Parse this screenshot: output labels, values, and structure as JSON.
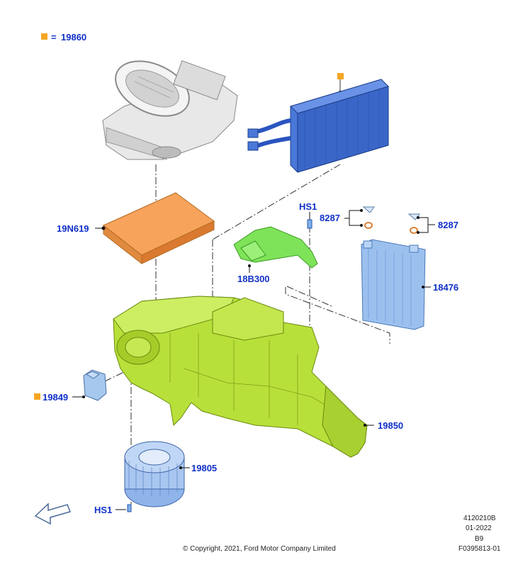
{
  "legend": {
    "marker_color": "#f5a623",
    "equals": "=",
    "part_number": "19860"
  },
  "parts": {
    "blower_case_top": {
      "label": ""
    },
    "evaporator": {
      "label": ""
    },
    "cabin_filter": {
      "label": "19N619"
    },
    "bracket": {
      "label": "18B300"
    },
    "fastener_top": {
      "label": "HS1"
    },
    "clip_left": {
      "label": "8287"
    },
    "clip_right": {
      "label": "8287"
    },
    "heater_core": {
      "label": "18476"
    },
    "resistor": {
      "label": "19849"
    },
    "housing": {
      "label": "19850"
    },
    "blower_motor": {
      "label": "19805"
    },
    "fastener_bottom": {
      "label": "HS1"
    }
  },
  "footer": {
    "copyright": "© Copyright, 2021, Ford Motor Company Limited",
    "code1": "4120210B",
    "date": "01-2022",
    "rev": "B9",
    "figure_id": "F0395813-01"
  },
  "colors": {
    "label_blue": "#1030c8",
    "housing_green": "#b8e03a",
    "filter_orange": "#f7a35c",
    "evaporator_blue": "#4a78d8",
    "heater_blue": "#9cc0ee",
    "case_grey": "#e6e6e6",
    "blower_blue": "#8fb4ea"
  }
}
